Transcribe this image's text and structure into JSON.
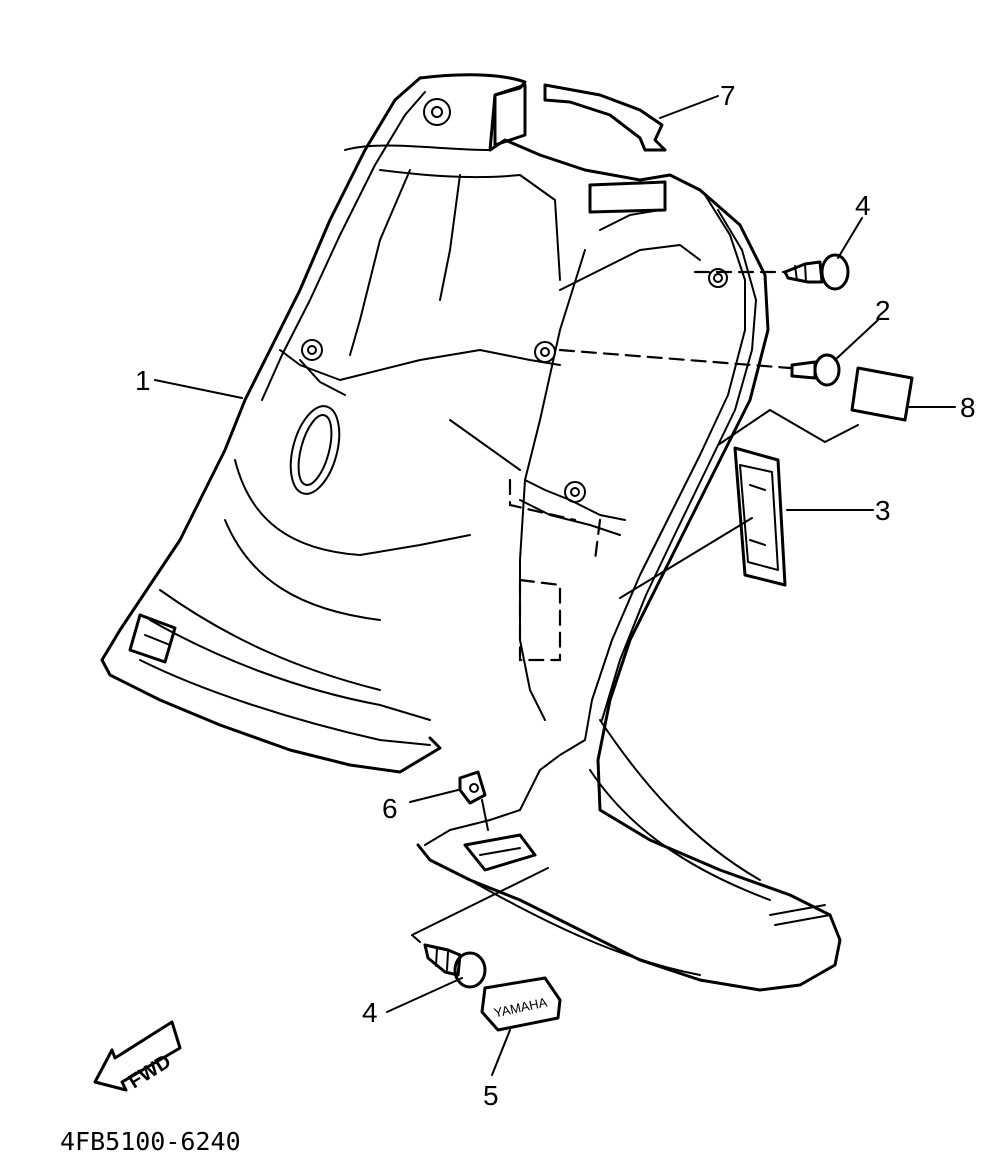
{
  "callouts": [
    {
      "id": "1",
      "label": "1"
    },
    {
      "id": "2",
      "label": "2"
    },
    {
      "id": "3",
      "label": "3"
    },
    {
      "id": "4a",
      "label": "4"
    },
    {
      "id": "4b",
      "label": "4"
    },
    {
      "id": "5",
      "label": "5"
    },
    {
      "id": "6",
      "label": "6"
    },
    {
      "id": "7",
      "label": "7"
    },
    {
      "id": "8",
      "label": "8"
    }
  ],
  "direction_arrow": "FWD",
  "emblem_text": "YAMAHA",
  "diagram_code": "4FB5100-6240",
  "icons": [
    "fwd-arrow-icon",
    "screw-icon",
    "bolt-icon",
    "nut-clip-icon",
    "emblem-icon"
  ]
}
